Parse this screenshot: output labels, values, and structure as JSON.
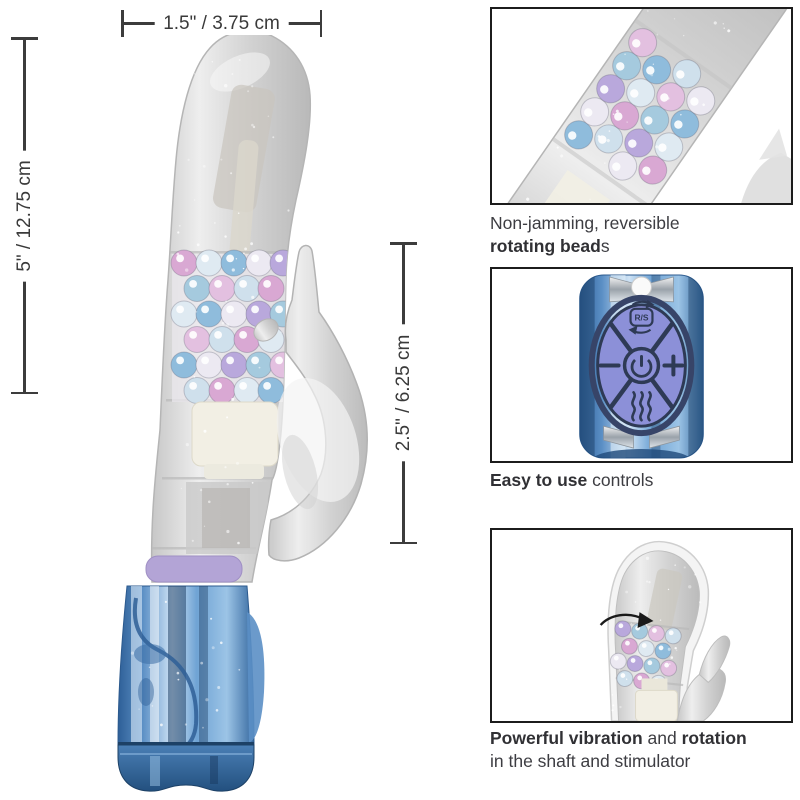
{
  "colors": {
    "background": "#ffffff",
    "annotation_line": "#3c3c3c",
    "panel_border": "#1c1c1c",
    "caption_text": "#3d3d42",
    "clear_plastic": "#d9d9d9",
    "handle_blue": "#6fa3d4",
    "handle_blue_dark": "#1f4a7a",
    "ring_purple": "#b3a4d6",
    "pad_purple": "#8c90d8",
    "pad_outline": "#2e3a55",
    "white_mechanism": "#f2efe4",
    "bead_palette": [
      "#d9a8d3",
      "#dfeaf2",
      "#8fbcdc",
      "#ece9f2",
      "#b9a8dc",
      "#a5cade",
      "#e3c0e0",
      "#cfe0ec"
    ]
  },
  "measurements": {
    "top_width": "1.5\" / 3.75 cm",
    "total_length": "5\" / 12.75 cm",
    "stimulator_length": "2.5\" / 6.25 cm"
  },
  "panels": [
    {
      "id": "rotating-beads",
      "caption": {
        "line1": "Non-jamming, reversible",
        "line2_bold": "rotating bead",
        "line2_tail": "s"
      }
    },
    {
      "id": "controls",
      "caption": {
        "bold": "Easy to use",
        "tail": " controls"
      },
      "control_labels": {
        "rotate_speed": "R/S",
        "minus": "−",
        "plus": "+"
      }
    },
    {
      "id": "vibration-rotation",
      "caption": {
        "bold1": "Powerful vibration",
        "mid": " and ",
        "bold2": "rotation",
        "line2": "in the shaft and stimulator"
      }
    }
  ]
}
